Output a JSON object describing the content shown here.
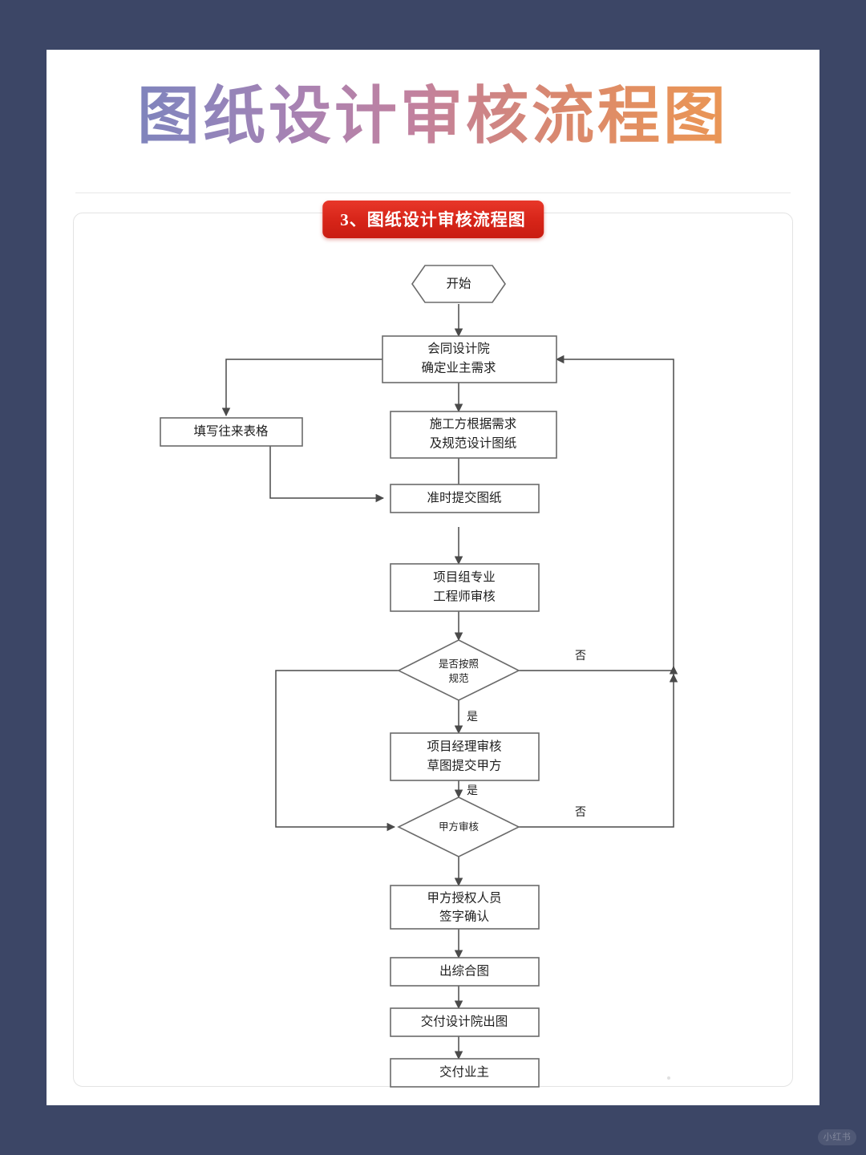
{
  "page": {
    "background_color": "#3c4666",
    "card_color": "#ffffff",
    "watermark": "小红书"
  },
  "header": {
    "title": "图纸设计审核流程图",
    "title_gradient_from": "#6b80b8",
    "title_gradient_to": "#ef9a4d"
  },
  "section": {
    "banner_label": "3、图纸设计审核流程图",
    "banner_color": "#d62418"
  },
  "chart_data": {
    "type": "diagram",
    "title": "3、图纸设计审核流程图",
    "nodes": [
      {
        "id": "start",
        "shape": "hexagon",
        "label": "开始",
        "lines": [
          "开始"
        ]
      },
      {
        "id": "n1",
        "shape": "process",
        "label": "会同设计院 确定业主需求",
        "lines": [
          "会同设计院",
          "确定业主需求"
        ]
      },
      {
        "id": "form",
        "shape": "process",
        "label": "填写往来表格",
        "lines": [
          "填写往来表格"
        ]
      },
      {
        "id": "n2",
        "shape": "process",
        "label": "施工方根据需求 及规范设计图纸",
        "lines": [
          "施工方根据需求",
          "及规范设计图纸"
        ]
      },
      {
        "id": "n3",
        "shape": "process",
        "label": "准时提交图纸",
        "lines": [
          "准时提交图纸"
        ]
      },
      {
        "id": "n4",
        "shape": "process",
        "label": "项目组专业 工程师审核",
        "lines": [
          "项目组专业",
          "工程师审核"
        ]
      },
      {
        "id": "d1",
        "shape": "decision",
        "label": "是否按照规范",
        "lines": [
          "是否按照",
          "规范"
        ]
      },
      {
        "id": "n5",
        "shape": "process",
        "label": "项目经理审核 草图提交甲方",
        "lines": [
          "项目经理审核",
          "草图提交甲方"
        ]
      },
      {
        "id": "d2",
        "shape": "decision",
        "label": "甲方审核",
        "lines": [
          "甲方审核"
        ]
      },
      {
        "id": "n6",
        "shape": "process",
        "label": "甲方授权人员 签字确认",
        "lines": [
          "甲方授权人员",
          "签字确认"
        ]
      },
      {
        "id": "n7",
        "shape": "process",
        "label": "出综合图",
        "lines": [
          "出综合图"
        ]
      },
      {
        "id": "n8",
        "shape": "process",
        "label": "交付设计院出图",
        "lines": [
          "交付设计院出图"
        ]
      },
      {
        "id": "n9",
        "shape": "process",
        "label": "交付业主",
        "lines": [
          "交付业主"
        ]
      }
    ],
    "edges": [
      {
        "from": "start",
        "to": "n1",
        "label": ""
      },
      {
        "from": "n1",
        "to": "n2",
        "label": ""
      },
      {
        "from": "n1",
        "to": "form",
        "label": ""
      },
      {
        "from": "form",
        "to": "n3",
        "label": ""
      },
      {
        "from": "n2",
        "to": "n3",
        "label": ""
      },
      {
        "from": "n3",
        "to": "n4",
        "label": ""
      },
      {
        "from": "n4",
        "to": "d1",
        "label": ""
      },
      {
        "from": "d1",
        "to": "n5",
        "label": "是"
      },
      {
        "from": "d1",
        "to": "n1",
        "label": "否"
      },
      {
        "from": "d1",
        "to": "d2",
        "label": ""
      },
      {
        "from": "n5",
        "to": "d2",
        "label": "是"
      },
      {
        "from": "d2",
        "to": "n1",
        "label": "否"
      },
      {
        "from": "d2",
        "to": "n6",
        "label": ""
      },
      {
        "from": "n6",
        "to": "n7",
        "label": ""
      },
      {
        "from": "n7",
        "to": "n8",
        "label": ""
      },
      {
        "from": "n8",
        "to": "n9",
        "label": ""
      }
    ],
    "edge_labels": {
      "yes": "是",
      "no": "否"
    },
    "node_stroke": "#6b6b6b",
    "link_stroke": "#4a4a4a"
  }
}
